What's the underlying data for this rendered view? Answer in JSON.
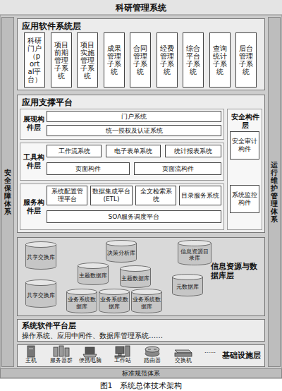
{
  "diagram": {
    "title": "科研管理系统",
    "caption": "图1　系统总体技术架构",
    "nodes": [
      {
        "text": [
          "安全保障体系"
        ]
      },
      {
        "text": [
          "运行维护管理体系"
        ]
      },
      {
        "text": [
          "应用软件系统层"
        ]
      },
      {
        "text": [
          "科研门户（portal平台）"
        ],
        "in": 2
      },
      {
        "text": [
          "项目前期管理子系统"
        ],
        "in": 2
      },
      {
        "text": [
          "项目实施管理子系统"
        ],
        "in": 2
      },
      {
        "text": [
          "成果管理子系统"
        ],
        "in": 2
      },
      {
        "text": [
          "合同管理子系统"
        ],
        "in": 2
      },
      {
        "text": [
          "经费管理子系统"
        ],
        "in": 2
      },
      {
        "text": [
          "综合平台子系统"
        ],
        "in": 2
      },
      {
        "text": [
          "查询统计子系统"
        ],
        "in": 2
      },
      {
        "text": [
          "后台管理子系统"
        ],
        "in": 2
      },
      {
        "text": [
          "应用支撑平台"
        ]
      },
      {
        "text": [
          "展现构件层"
        ],
        "in": 12
      },
      {
        "text": [
          "门户系统"
        ],
        "in": 13
      },
      {
        "text": [
          "统一授权及认证系统"
        ],
        "in": 13
      },
      {
        "text": [
          "工具构件层"
        ],
        "in": 12
      },
      {
        "text": [
          "工作流系统"
        ],
        "in": 16
      },
      {
        "text": [
          "电子表单系统"
        ],
        "in": 16
      },
      {
        "text": [
          "统计报表系统"
        ],
        "in": 16
      },
      {
        "text": [
          "页面构件"
        ],
        "in": 16
      },
      {
        "text": [
          "页面流构件"
        ],
        "in": 16
      },
      {
        "text": [
          "服务构件层"
        ],
        "in": 12
      },
      {
        "text": [
          "系统配置管理平台"
        ],
        "in": 22
      },
      {
        "text": [
          "数据集成平台(ETL)"
        ],
        "in": 22
      },
      {
        "text": [
          "全文检索系统"
        ],
        "in": 22
      },
      {
        "text": [
          "目录服务系统"
        ],
        "in": 22
      },
      {
        "text": [
          "SOA服务调度平台"
        ],
        "in": 22
      },
      {
        "text": [
          "安全构件层"
        ],
        "in": 12
      },
      {
        "text": [
          "安全审计构件"
        ],
        "in": 28
      },
      {
        "text": [
          "系统监控构件"
        ],
        "in": 28
      },
      {
        "text": [
          "信息资源与数据库层"
        ]
      },
      {
        "text": [
          "共享交换库"
        ],
        "in": 31
      },
      {
        "text": [
          "共享交换库"
        ],
        "in": 31
      },
      {
        "text": [
          "决策分析库"
        ],
        "in": 31
      },
      {
        "text": [
          "主题数据库"
        ],
        "in": 31
      },
      {
        "text": [
          "主题数据库"
        ],
        "in": 31
      },
      {
        "text": [
          "业务系统数据库"
        ],
        "in": 31
      },
      {
        "text": [
          "业务系统数据库"
        ],
        "in": 31
      },
      {
        "text": [
          "业务系统数据库"
        ],
        "in": 31
      },
      {
        "text": [
          "信息资源目录库"
        ],
        "in": 31
      },
      {
        "text": [
          "元数据库"
        ],
        "in": 31
      },
      {
        "text": [
          "系统软件平台层",
          "操作系统、应用中间件、数据库管理系统……"
        ]
      },
      {
        "text": [
          "基础设施层"
        ]
      },
      {
        "text": [
          "标准规范体系"
        ]
      }
    ],
    "labels": [
      "主机",
      "服务器群",
      "便携电脑",
      "工作站",
      "路由器",
      "交换机",
      "……"
    ]
  }
}
